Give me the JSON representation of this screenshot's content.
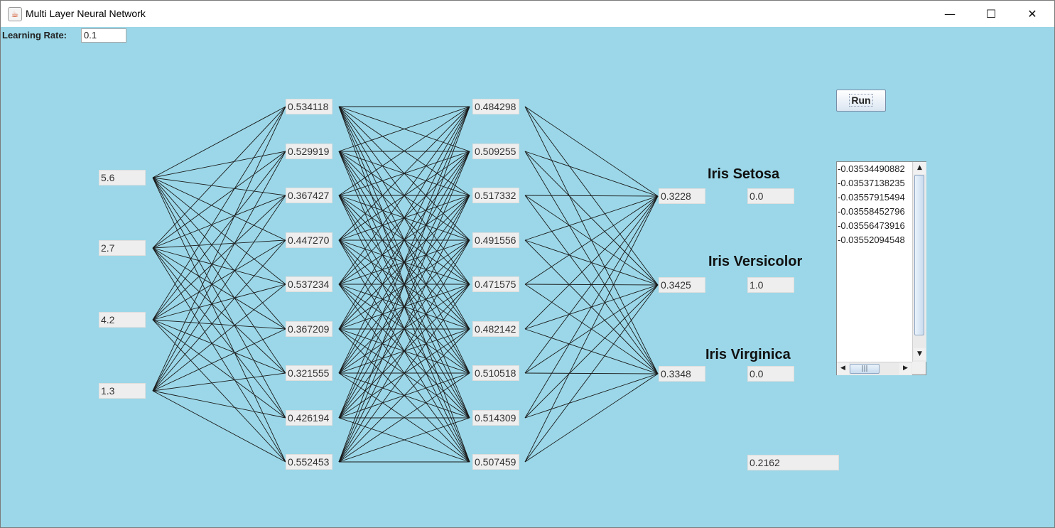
{
  "window": {
    "title": "Multi Layer Neural Network",
    "minimize": "—",
    "maximize": "☐",
    "close": "✕"
  },
  "learning_rate": {
    "label": "Learning Rate:",
    "value": "0.1"
  },
  "run_button": {
    "label": "Run"
  },
  "inputs": [
    "5.6",
    "2.7",
    "4.2",
    "1.3"
  ],
  "hidden1": [
    "0.534118",
    "0.529919",
    "0.367427",
    "0.447270",
    "0.537234",
    "0.367209",
    "0.321555",
    "0.426194",
    "0.552453"
  ],
  "hidden2": [
    "0.484298",
    "0.509255",
    "0.517332",
    "0.491556",
    "0.471575",
    "0.482142",
    "0.510518",
    "0.514309",
    "0.507459"
  ],
  "outputs": [
    "0.3228",
    "0.3425",
    "0.3348"
  ],
  "classes": [
    {
      "label": "Iris Setosa",
      "target": "0.0"
    },
    {
      "label": "Iris Versicolor",
      "target": "1.0"
    },
    {
      "label": "Iris Virginica",
      "target": "0.0"
    }
  ],
  "error_value": "0.2162",
  "error_list": [
    "-0.03534490882",
    "-0.03537138235",
    "-0.03557915494",
    "-0.03558452796",
    "-0.03556473916",
    "-0.03552094548"
  ],
  "colors": {
    "background": "#9bd7e8",
    "edge": "#1a1a1a",
    "field": "#eeeeee"
  }
}
